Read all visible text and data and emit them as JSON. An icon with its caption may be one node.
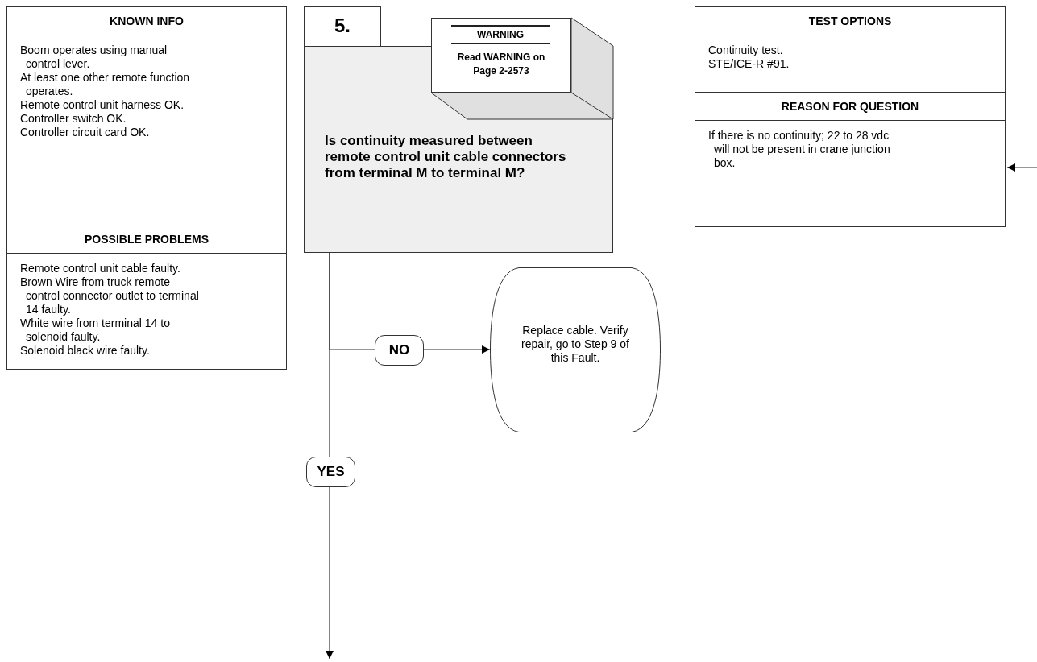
{
  "diagram": {
    "nodes": [
      {
        "text": [
          "KNOWN INFO",
          "Boom operates using manual control lever.",
          "At least one other remote function operates.",
          "Remote control unit harness OK.",
          "Controller switch OK.",
          "Controller circuit card OK."
        ]
      },
      {
        "text": [
          "POSSIBLE PROBLEMS",
          "Remote control unit cable faulty.",
          "Brown Wire from truck remote control connector outlet to terminal 14 faulty.",
          "White wire from terminal 14 to solenoid faulty.",
          "Solenoid black wire faulty."
        ]
      },
      {
        "text": [
          "5.",
          "Is continuity measured between remote control unit cable connectors from terminal M to terminal M?"
        ]
      },
      {
        "text": [
          "WARNING",
          "Read WARNING on Page 2-2573"
        ]
      },
      {
        "text": [
          "Replace cable. Verify repair, go to Step 9 of this Fault."
        ]
      },
      {
        "text": [
          "TEST OPTIONS",
          "Continuity test.",
          "STE/ICE-R #91."
        ]
      },
      {
        "text": [
          "REASON FOR QUESTION",
          "If there is no continuity; 22 to 28 vdc will not be present in crane junction box."
        ]
      }
    ],
    "edges": [
      {
        "from": 2,
        "to": 4,
        "arrow": "to",
        "label": "NO"
      },
      {
        "from": 2,
        "to": null,
        "arrow": "to",
        "label": "YES"
      },
      {
        "from": null,
        "to": 6,
        "arrow": "to"
      }
    ]
  }
}
